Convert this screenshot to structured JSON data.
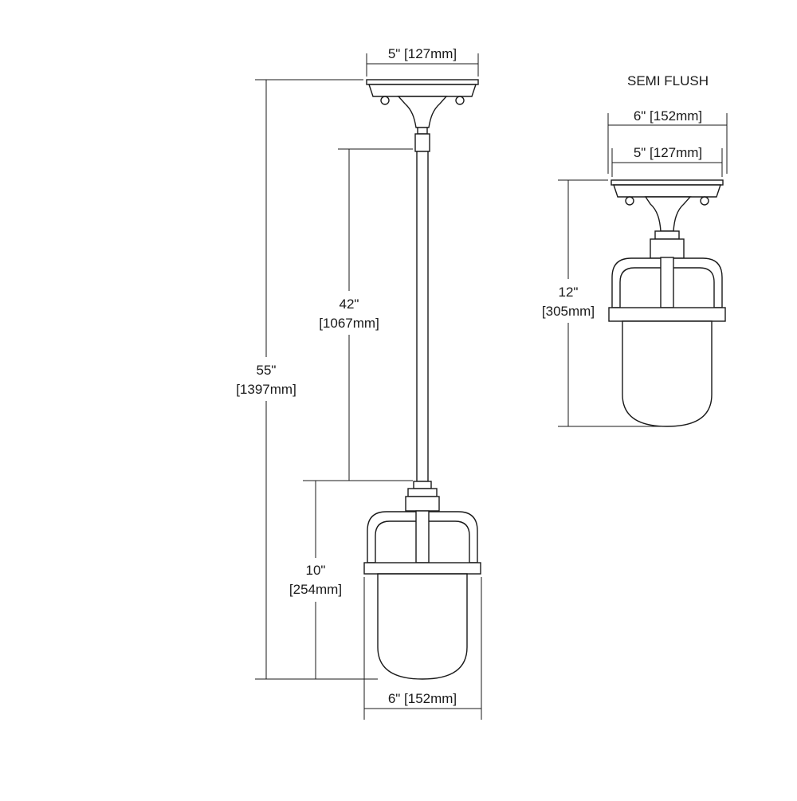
{
  "pendant": {
    "canopy_width": "5\" [127mm]",
    "overall_height_in": "55\"",
    "overall_height_mm": "[1397mm]",
    "stem_length_in": "42\"",
    "stem_length_mm": "[1067mm]",
    "fixture_height_in": "10\"",
    "fixture_height_mm": "[254mm]",
    "fixture_width": "6\" [152mm]"
  },
  "semi_flush": {
    "title": "SEMI FLUSH",
    "fixture_width": "6\" [152mm]",
    "canopy_width": "5\" [127mm]",
    "height_in": "12\"",
    "height_mm": "[305mm]"
  }
}
